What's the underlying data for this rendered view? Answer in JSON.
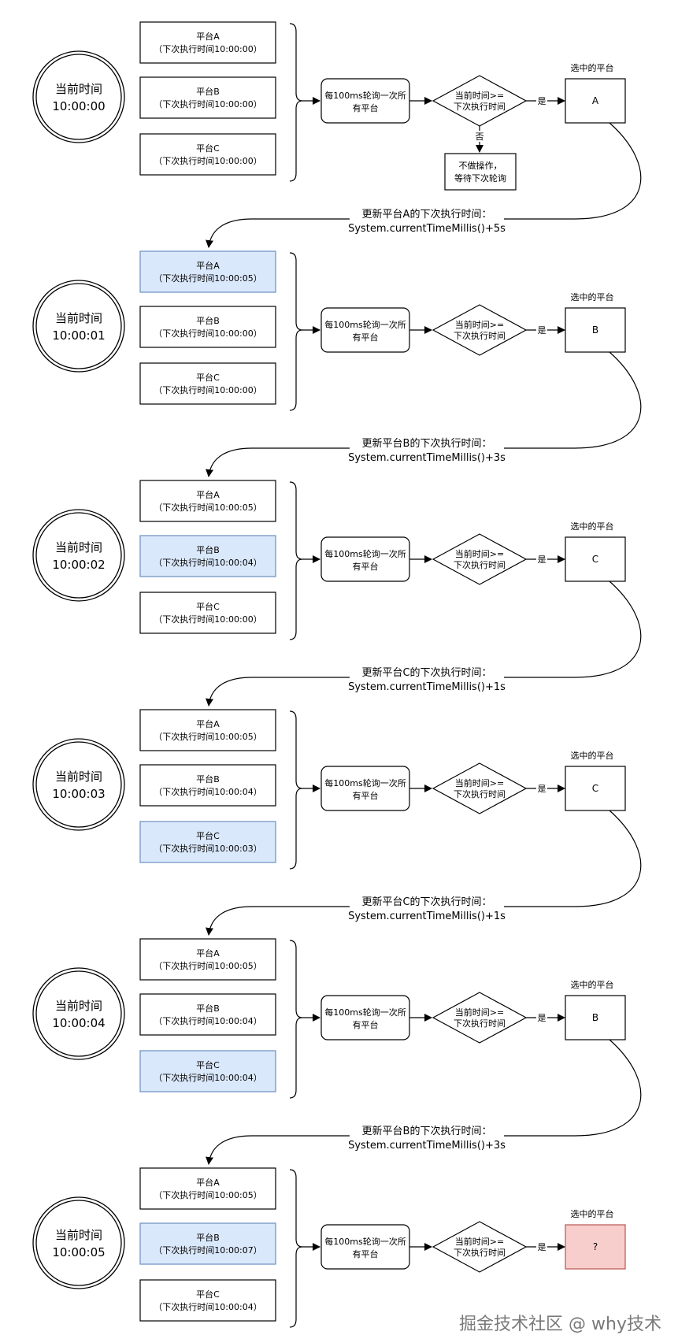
{
  "steps": [
    {
      "clock_label": "当前时间",
      "clock_time": "10:00:00",
      "platforms": [
        {
          "name": "平台A",
          "next_time": "（下次执行时间10:00:00）",
          "highlight": false
        },
        {
          "name": "平台B",
          "next_time": "（下次执行时间10:00:00）",
          "highlight": false
        },
        {
          "name": "平台C",
          "next_time": "（下次执行时间10:00:00）",
          "highlight": false
        }
      ],
      "poll_line1": "每100ms轮询一次所",
      "poll_line2": "有平台",
      "decision_line1": "当前时间>=",
      "decision_line2": "下次执行时间",
      "yes_label": "是",
      "no_label": "否",
      "no_action_line1": "不做操作，",
      "no_action_line2": "等待下次轮询",
      "selected_caption": "选中的平台",
      "selected_value": "A",
      "selected_color": "#ffffff",
      "update_line1": "更新平台A的下次执行时间：",
      "update_line2": "System.currentTimeMillis()+5s"
    },
    {
      "clock_label": "当前时间",
      "clock_time": "10:00:01",
      "platforms": [
        {
          "name": "平台A",
          "next_time": "（下次执行时间10:00:05）",
          "highlight": true
        },
        {
          "name": "平台B",
          "next_time": "（下次执行时间10:00:00）",
          "highlight": false
        },
        {
          "name": "平台C",
          "next_time": "（下次执行时间10:00:00）",
          "highlight": false
        }
      ],
      "poll_line1": "每100ms轮询一次所",
      "poll_line2": "有平台",
      "decision_line1": "当前时间>=",
      "decision_line2": "下次执行时间",
      "yes_label": "是",
      "selected_caption": "选中的平台",
      "selected_value": "B",
      "selected_color": "#ffffff",
      "update_line1": "更新平台B的下次执行时间：",
      "update_line2": "System.currentTimeMillis()+3s"
    },
    {
      "clock_label": "当前时间",
      "clock_time": "10:00:02",
      "platforms": [
        {
          "name": "平台A",
          "next_time": "（下次执行时间10:00:05）",
          "highlight": false
        },
        {
          "name": "平台B",
          "next_time": "（下次执行时间10:00:04）",
          "highlight": true
        },
        {
          "name": "平台C",
          "next_time": "（下次执行时间10:00:00）",
          "highlight": false
        }
      ],
      "poll_line1": "每100ms轮询一次所",
      "poll_line2": "有平台",
      "decision_line1": "当前时间>=",
      "decision_line2": "下次执行时间",
      "yes_label": "是",
      "selected_caption": "选中的平台",
      "selected_value": "C",
      "selected_color": "#ffffff",
      "update_line1": "更新平台C的下次执行时间：",
      "update_line2": "System.currentTimeMillis()+1s"
    },
    {
      "clock_label": "当前时间",
      "clock_time": "10:00:03",
      "platforms": [
        {
          "name": "平台A",
          "next_time": "（下次执行时间10:00:05）",
          "highlight": false
        },
        {
          "name": "平台B",
          "next_time": "（下次执行时间10:00:04）",
          "highlight": false
        },
        {
          "name": "平台C",
          "next_time": "（下次执行时间10:00:03）",
          "highlight": true
        }
      ],
      "poll_line1": "每100ms轮询一次所",
      "poll_line2": "有平台",
      "decision_line1": "当前时间>=",
      "decision_line2": "下次执行时间",
      "yes_label": "是",
      "selected_caption": "选中的平台",
      "selected_value": "C",
      "selected_color": "#ffffff",
      "update_line1": "更新平台C的下次执行时间：",
      "update_line2": "System.currentTimeMillis()+1s"
    },
    {
      "clock_label": "当前时间",
      "clock_time": "10:00:04",
      "platforms": [
        {
          "name": "平台A",
          "next_time": "（下次执行时间10:00:05）",
          "highlight": false
        },
        {
          "name": "平台B",
          "next_time": "（下次执行时间10:00:04）",
          "highlight": false
        },
        {
          "name": "平台C",
          "next_time": "（下次执行时间10:00:04）",
          "highlight": true
        }
      ],
      "poll_line1": "每100ms轮询一次所",
      "poll_line2": "有平台",
      "decision_line1": "当前时间>=",
      "decision_line2": "下次执行时间",
      "yes_label": "是",
      "selected_caption": "选中的平台",
      "selected_value": "B",
      "selected_color": "#ffffff",
      "update_line1": "更新平台B的下次执行时间：",
      "update_line2": "System.currentTimeMillis()+3s"
    },
    {
      "clock_label": "当前时间",
      "clock_time": "10:00:05",
      "platforms": [
        {
          "name": "平台A",
          "next_time": "（下次执行时间10:00:05）",
          "highlight": false
        },
        {
          "name": "平台B",
          "next_time": "（下次执行时间10:00:07）",
          "highlight": true
        },
        {
          "name": "平台C",
          "next_time": "（下次执行时间10:00:04）",
          "highlight": false
        }
      ],
      "poll_line1": "每100ms轮询一次所",
      "poll_line2": "有平台",
      "decision_line1": "当前时间>=",
      "decision_line2": "下次执行时间",
      "yes_label": "是",
      "selected_caption": "选中的平台",
      "selected_value": "?",
      "selected_color": "#f8cecc"
    }
  ],
  "colors": {
    "highlight_fill": "#dae8fc",
    "highlight_stroke": "#6c8ebf",
    "line": "#000000"
  },
  "watermark": "掘金技术社区 @ why技术"
}
